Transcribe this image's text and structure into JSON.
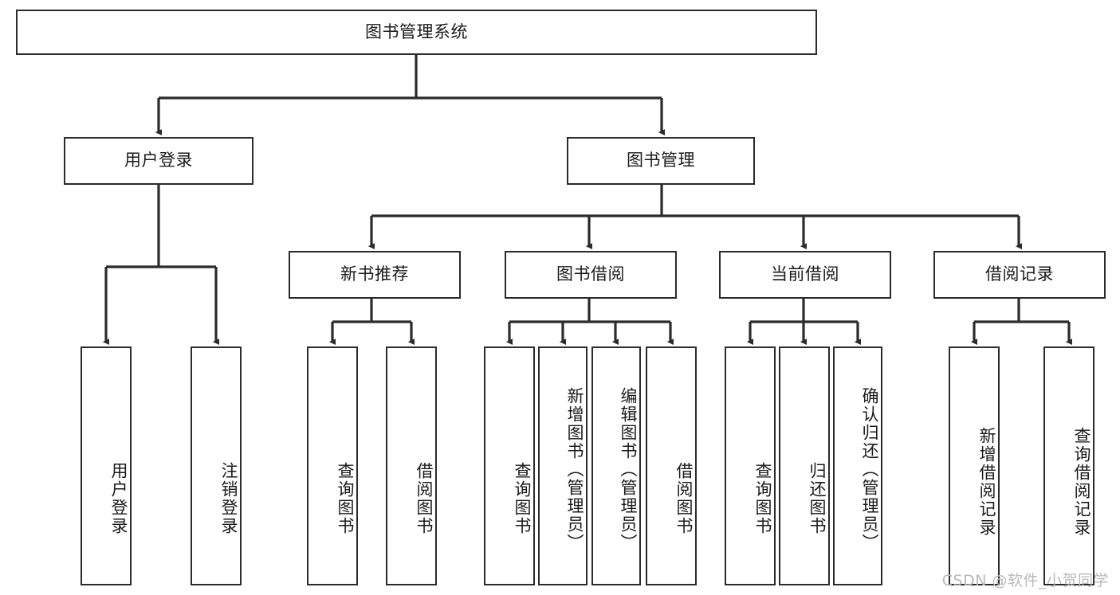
{
  "diagram": {
    "title": "图书管理系统",
    "type": "hierarchy-tree",
    "root": {
      "label": "图书管理系统",
      "name": "node-root-system"
    },
    "level2": [
      {
        "label": "用户登录",
        "name": "node-user-login"
      },
      {
        "label": "图书管理",
        "name": "node-book-management"
      }
    ],
    "level3": [
      {
        "label": "新书推荐",
        "name": "node-new-book-recommend"
      },
      {
        "label": "图书借阅",
        "name": "node-book-borrow"
      },
      {
        "label": "当前借阅",
        "name": "node-current-borrow"
      },
      {
        "label": "借阅记录",
        "name": "node-borrow-record"
      }
    ],
    "leaves": {
      "user_login": [
        {
          "label": "用户登录",
          "name": "leaf-user-login"
        },
        {
          "label": "注销登录",
          "name": "leaf-user-logout"
        }
      ],
      "new_book_recommend": [
        {
          "label": "查询图书",
          "name": "leaf-query-book-recommend"
        },
        {
          "label": "借阅图书",
          "name": "leaf-borrow-book-recommend"
        }
      ],
      "book_borrow": [
        {
          "label": "查询图书",
          "name": "leaf-query-book-borrow"
        },
        {
          "label": "新增图书（管理员）",
          "name": "leaf-add-book-admin"
        },
        {
          "label": "编辑图书（管理员）",
          "name": "leaf-edit-book-admin"
        },
        {
          "label": "借阅图书",
          "name": "leaf-borrow-book"
        }
      ],
      "current_borrow": [
        {
          "label": "查询图书",
          "name": "leaf-query-book-current"
        },
        {
          "label": "归还图书",
          "name": "leaf-return-book"
        },
        {
          "label": "确认归还（管理员）",
          "name": "leaf-confirm-return-admin"
        }
      ],
      "borrow_record": [
        {
          "label": "新增借阅记录",
          "name": "leaf-add-borrow-record"
        },
        {
          "label": "查询借阅记录",
          "name": "leaf-query-borrow-record"
        }
      ]
    },
    "colors": {
      "stroke": "#2b2b2b",
      "fill": "#ffffff",
      "text": "#1a1a1a",
      "watermark": "#b9b9b9"
    }
  },
  "watermark": {
    "text": "CSDN @软件_小贺同学"
  }
}
